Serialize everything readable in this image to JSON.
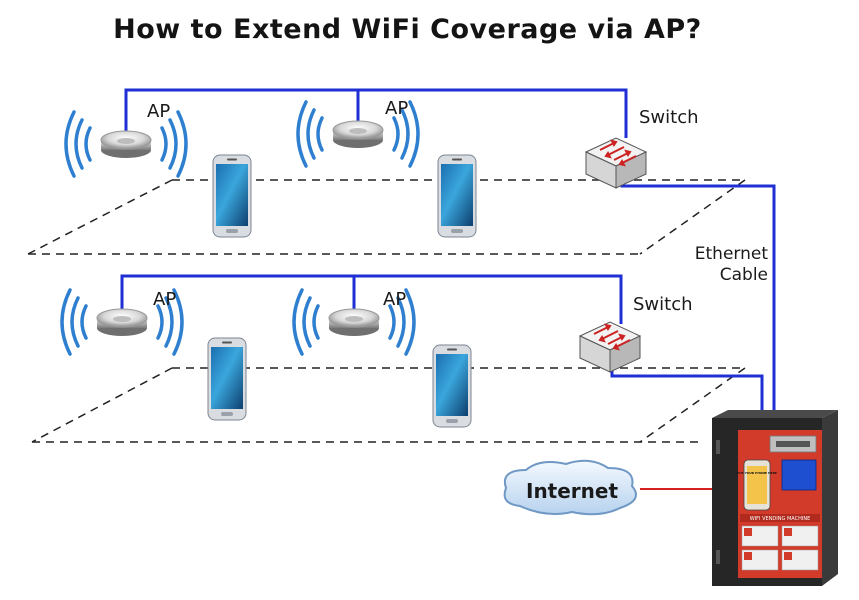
{
  "title": "How to Extend WiFi Coverage via AP?",
  "labels": {
    "ap": "AP",
    "switch": "Switch",
    "ethernet_line1": "Ethernet",
    "ethernet_line2": "Cable",
    "internet": "Internet"
  },
  "machine": {
    "screen_text": "PUT YOUR PHONE HERE",
    "panel_label": "WIFI VENDING MACHINE"
  },
  "colors": {
    "cable": "#1f2fd6",
    "internet_link": "#d42020",
    "wifi_wave": "#2f7fd0",
    "machine_body": "#2a2a2a",
    "machine_panel": "#d23a2a",
    "cloud": "#dce9f7"
  }
}
